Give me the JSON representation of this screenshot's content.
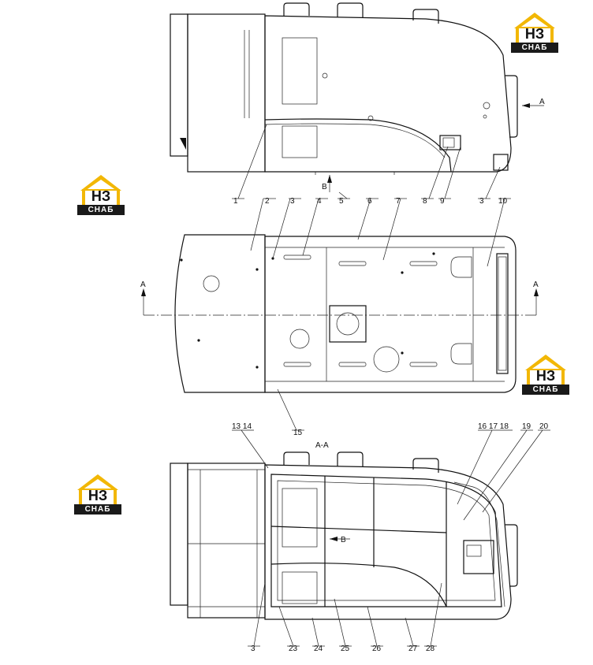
{
  "logo": {
    "letters": "НЗ",
    "band": "СНАБ"
  },
  "views": {
    "section": "A-A"
  },
  "markers": {
    "a": "A",
    "b": "B"
  },
  "callouts": {
    "top": [
      "1",
      "2",
      "3",
      "4",
      "5",
      "6",
      "7",
      "8",
      "9",
      "3",
      "10"
    ],
    "mid": [
      "15"
    ],
    "sec_top": [
      "13 14",
      "16 17 18",
      "19",
      "20"
    ],
    "sec_bottom": [
      "3",
      "23",
      "24",
      "25",
      "26",
      "27",
      "28"
    ]
  },
  "colors": {
    "line": "#111111",
    "logo_accent": "#F2B705",
    "logo_band": "#1a1a1a"
  }
}
